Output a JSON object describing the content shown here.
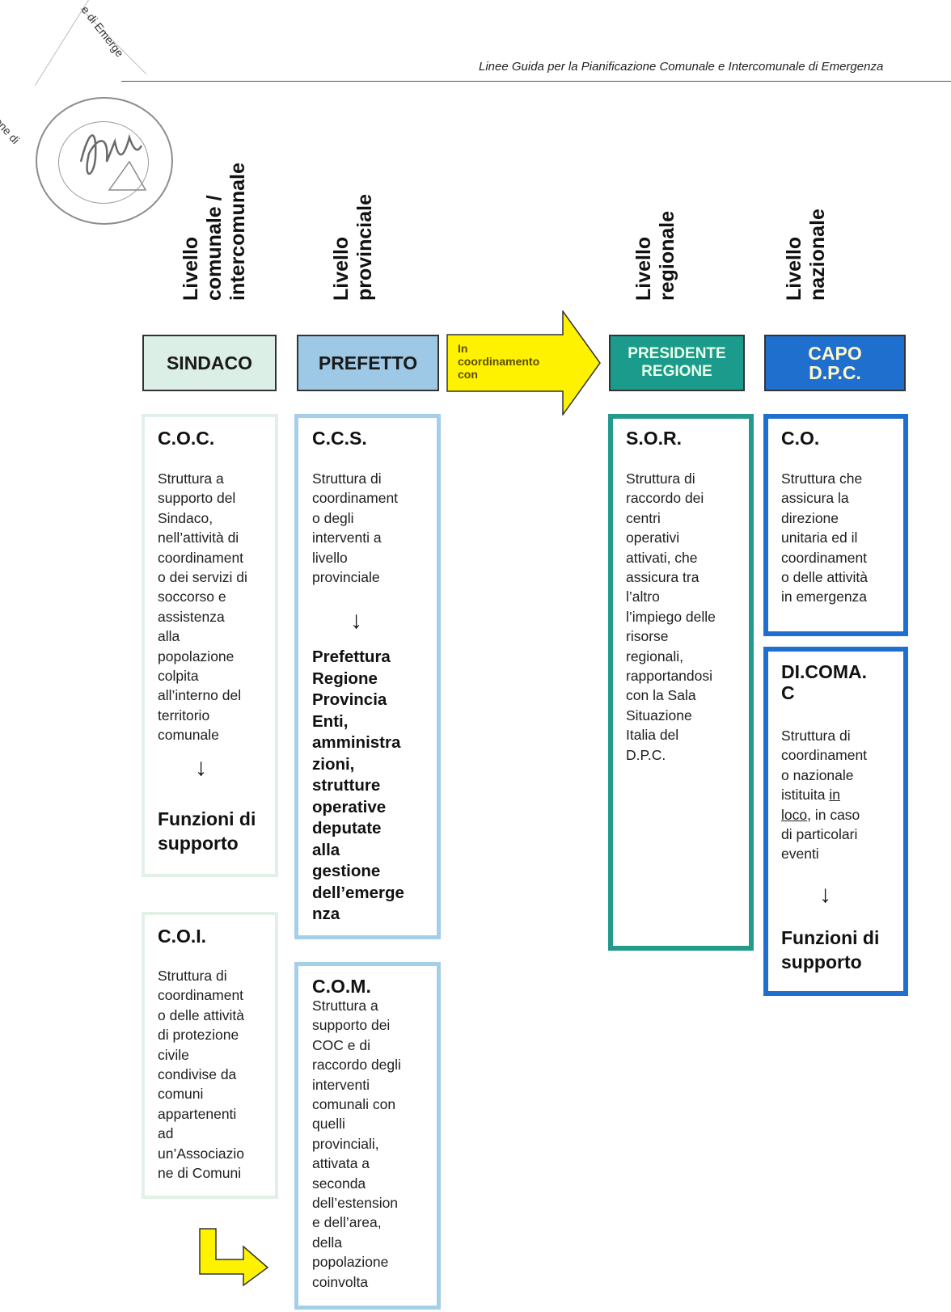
{
  "header": {
    "title": "Linee Guida per la Pianificazione Comunale e Intercomunale di Emergenza",
    "corner_fragment_top": "e di Emerge",
    "corner_fragment_left": "one di"
  },
  "levels": {
    "comunale": [
      "Livello",
      "comunale /",
      "intercomunale"
    ],
    "provinciale": [
      "Livello",
      "provinciale"
    ],
    "regionale": [
      "Livello",
      "regionale"
    ],
    "nazionale": [
      "Livello",
      "nazionale"
    ]
  },
  "roles": {
    "sindaco": "SINDACO",
    "prefetto": "PREFETTO",
    "coordination_arrow": [
      "In",
      "coordinamento",
      "con"
    ],
    "presidente": [
      "PRESIDENTE",
      "REGIONE"
    ],
    "capo": [
      "CAPO",
      "D.P.C."
    ]
  },
  "cards": {
    "coc": {
      "title": "C.O.C.",
      "body": [
        "Struttura a",
        "supporto del",
        "Sindaco,",
        "nell’attività di",
        "coordinament",
        "o dei servizi di",
        "soccorso e",
        "assistenza",
        "alla",
        "popolazione",
        "colpita",
        "all’interno del",
        "territorio",
        "comunale"
      ],
      "arrow": "↓",
      "footer": [
        "Funzioni di",
        "supporto"
      ]
    },
    "coi": {
      "title": "C.O.I.",
      "body": [
        "Struttura di",
        "coordinament",
        "o delle attività",
        "di protezione",
        "civile",
        "condivise da",
        "comuni",
        "appartenenti",
        "ad",
        "un’Associazio",
        "ne di Comuni"
      ]
    },
    "ccs": {
      "title": "C.C.S.",
      "body": [
        "Struttura di",
        "coordinament",
        "o degli",
        "interventi a",
        "livello",
        "provinciale"
      ],
      "arrow": "↓",
      "footer": [
        "Prefettura",
        "Regione",
        "Provincia",
        "Enti,",
        "amministra",
        "zioni,",
        "strutture",
        "operative",
        "deputate",
        "alla",
        "gestione",
        "dell’emerge",
        "nza"
      ]
    },
    "com": {
      "title": "C.O.M.",
      "body": [
        "Struttura a",
        "supporto dei",
        "COC e di",
        "raccordo degli",
        "interventi",
        "comunali con",
        "quelli",
        "provinciali,",
        "attivata a",
        "seconda",
        "dell’estension",
        "e dell’area,",
        "della",
        "popolazione",
        "coinvolta"
      ]
    },
    "sor": {
      "title": "S.O.R.",
      "body": [
        "Struttura di",
        "raccordo dei",
        "centri",
        "operativi",
        "attivati, che",
        "assicura tra",
        "l’altro",
        "l’impiego delle",
        "risorse",
        "regionali,",
        "rapportandosi",
        "con la Sala",
        "Situazione",
        "Italia del",
        "D.P.C."
      ]
    },
    "co": {
      "title": "C.O.",
      "body": [
        "Struttura che",
        "assicura la",
        "direzione",
        "unitaria ed il",
        "coordinament",
        "o delle attività",
        "in emergenza"
      ]
    },
    "dicomac": {
      "title": [
        "DI.COMA.",
        "C"
      ],
      "body_pre": [
        "Struttura di",
        "coordinament",
        "o nazionale",
        "istituita "
      ],
      "body_u1": "in",
      "body_u2": "loco",
      "body_post_first": ", in caso",
      "body_post": [
        "di particolari",
        "eventi"
      ],
      "arrow": "↓",
      "footer": [
        "Funzioni di",
        "supporto"
      ]
    }
  },
  "colors": {
    "sindaco_fill": "#dcefe6",
    "sindaco_border": "#e1f1e7",
    "prefetto_fill": "#9ec9e6",
    "prefetto_border": "#a5cfe9",
    "arrow_yellow": "#fff200",
    "presidente_fill": "#1a9b8c",
    "presidente_border": "#239a8c",
    "capo_fill": "#1f6fcf",
    "capo_border": "#1f6fcf"
  }
}
